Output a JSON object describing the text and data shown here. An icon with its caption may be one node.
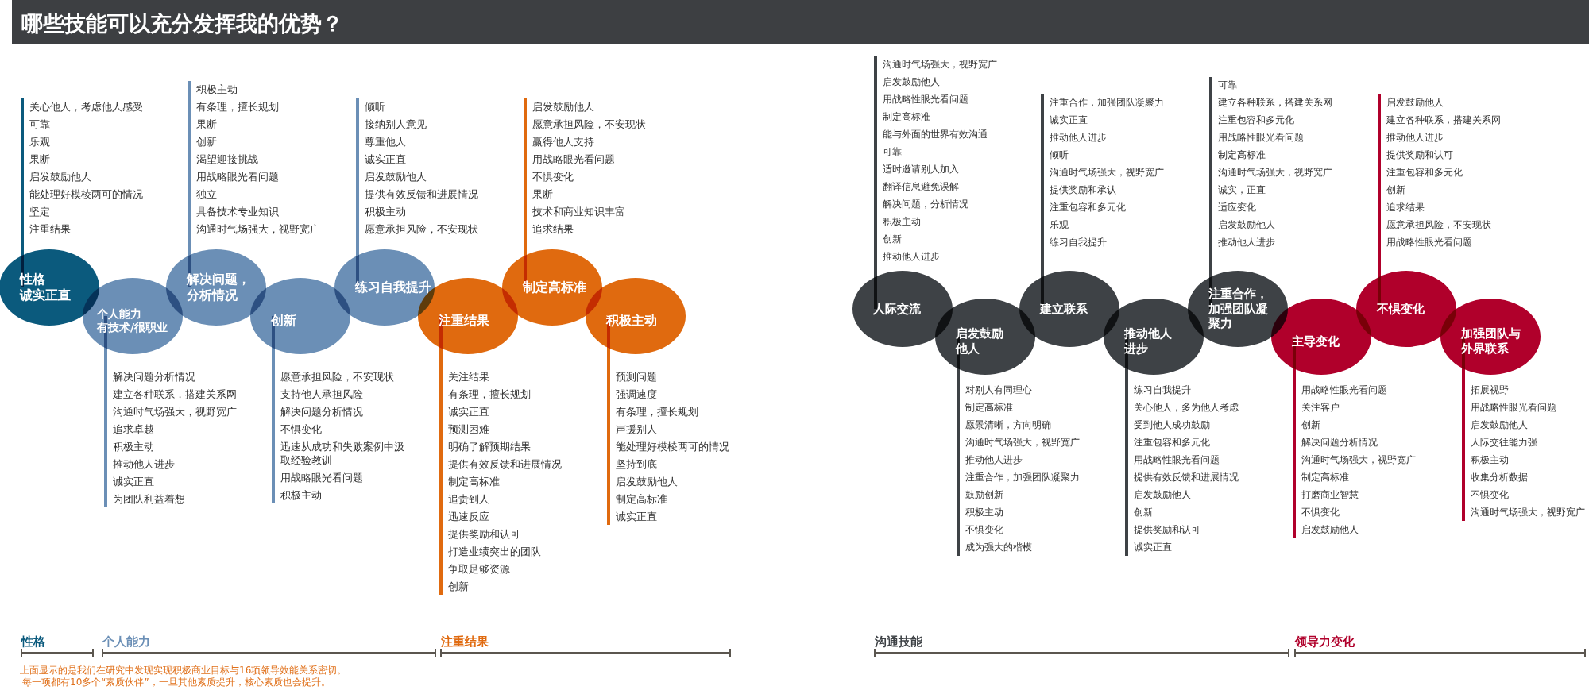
{
  "diagram": {
    "title": "哪些技能可以充分发挥我的优势？",
    "nodes": [
      {
        "text": [
          "性格",
          "诚实正直"
        ],
        "beside": [
          "关心他人，考虑他人感受",
          "可靠",
          "乐观",
          "果断",
          "启发鼓励他人",
          "能处理好模棱两可的情况",
          "坚定",
          "注重结果"
        ]
      },
      {
        "text": [
          "个人能力",
          "有技术/很职业"
        ],
        "beside": [
          "解决问题分析情况",
          "建立各种联系，搭建关系网",
          "沟通时气场强大，视野宽广",
          "追求卓越",
          "积极主动",
          "推动他人进步",
          "诚实正直",
          "为团队利益着想"
        ]
      },
      {
        "text": [
          "解决问题，分析情况"
        ],
        "beside": [
          "积极主动",
          "有条理，擅长规划",
          "果断",
          "创新",
          "渴望迎接挑战",
          "用战略眼光看问题",
          "独立",
          "具备技术专业知识",
          "沟通时气场强大，视野宽广"
        ]
      },
      {
        "text": [
          "创新"
        ],
        "beside": [
          "愿意承担风险，不安现状",
          "支持他人承担风险",
          "解决问题分析情况",
          "不惧变化",
          "迅速从成功和失败案例中汲取经验教训",
          "用战略眼光看问题",
          "积极主动"
        ]
      },
      {
        "text": [
          "练习自我提升"
        ],
        "beside": [
          "倾听",
          "接纳别人意见",
          "尊重他人",
          "诚实正直",
          "启发鼓励他人",
          "提供有效反馈和进展情况",
          "积极主动",
          "愿意承担风险，不安现状"
        ]
      },
      {
        "text": [
          "注重结果"
        ],
        "beside": [
          "关注结果",
          "有条理，擅长规划",
          "诚实正直",
          "预测困难",
          "明确了解预期结果",
          "提供有效反馈和进展情况",
          "制定高标准",
          "追责到人",
          "迅速反应",
          "提供奖励和认可",
          "打造业绩突出的团队",
          "争取足够资源",
          "创新"
        ]
      },
      {
        "text": [
          "制定高标准"
        ],
        "beside": [
          "启发鼓励他人",
          "愿意承担风险，不安现状",
          "赢得他人支持",
          "用战略眼光看问题",
          "不惧变化",
          "果断",
          "技术和商业知识丰富",
          "追求结果"
        ]
      },
      {
        "text": [
          "积极主动"
        ],
        "beside": [
          "预测问题",
          "强调速度",
          "有条理，擅长规划",
          "声援别人",
          "能处理好模棱两可的情况",
          "坚持到底",
          "启发鼓励他人",
          "制定高标准",
          "诚实正直"
        ]
      },
      {
        "text": [
          "人际交流"
        ],
        "beside": [
          "沟通时气场强大，视野宽广",
          "启发鼓励他人",
          "用战略性眼光看问题",
          "制定高标准",
          "能与外面的世界有效沟通",
          "可靠",
          "适时邀请别人加入",
          "翻译信息避免误解",
          "解决问题，分析情况",
          "积极主动",
          "创新",
          "推动他人进步"
        ]
      },
      {
        "text": [
          "启发鼓励他人"
        ],
        "beside": [
          "对别人有同理心",
          "制定高标准",
          "愿景清晰，方向明确",
          "沟通时气场强大，视野宽广",
          "推动他人进步",
          "注重合作，加强团队凝聚力",
          "鼓励创新",
          "积极主动",
          "不惧变化",
          "成为强大的楷模"
        ]
      },
      {
        "text": [
          "建立联系"
        ],
        "beside": [
          "注重合作，加强团队凝聚力",
          "诚实正直",
          "推动他人进步",
          "倾听",
          "沟通时气场强大，视野宽广",
          "提供奖励和承认",
          "注重包容和多元化",
          "乐观",
          "练习自我提升"
        ]
      },
      {
        "text": [
          "推动他人进步"
        ],
        "beside": [
          "练习自我提升",
          "关心他人，多为他人考虑",
          "受到他人成功鼓励",
          "注重包容和多元化",
          "用战略性眼光看问题",
          "提供有效反馈和进展情况",
          "启发鼓励他人",
          "创新",
          "提供奖励和认可",
          "诚实正直"
        ]
      },
      {
        "text": [
          "注重合作，加强团队凝聚力"
        ],
        "beside": [
          "可靠",
          "建立各种联系，搭建关系网",
          "注重包容和多元化",
          "用战略性眼光看问题",
          "制定高标准",
          "沟通时气场强大，视野宽广",
          "诚实，正直",
          "适应变化",
          "启发鼓励他人",
          "推动他人进步"
        ]
      },
      {
        "text": [
          "主导变化"
        ],
        "beside": [
          "用战略性眼光看问题",
          "关注客户",
          "创新",
          "解决问题分析情况",
          "沟通时气场强大，视野宽广",
          "制定高标准",
          "打磨商业智慧",
          "不惧变化",
          "启发鼓励他人"
        ]
      },
      {
        "text": [
          "不惧变化"
        ],
        "beside": [
          "启发鼓励他人",
          "建立各种联系，搭建关系网",
          "推动他人进步",
          "提供奖励和认可",
          "注重包容和多元化",
          "创新",
          "追求结果",
          "愿意承担风险，不安现状",
          "用战略性眼光看问题"
        ]
      },
      {
        "text": [
          "加强团队与外界联系"
        ],
        "beside": [
          "拓展视野",
          "用战略性眼光看问题",
          "启发鼓励他人",
          "人际交往能力强",
          "积极主动",
          "收集分析数据",
          "不惧变化",
          "沟通时气场强大，视野宽广"
        ]
      }
    ],
    "labels": [
      "性格",
      "个人能力",
      "注重结果",
      "沟通技能",
      "领导力变化",
      "上面显示的是我们在研究中发现实现积极商业目标与16项领导效能关系密切。",
      "每一项都有10多个“素质伙伴”，一旦其他素质提升，核心素质也会提升。"
    ]
  }
}
